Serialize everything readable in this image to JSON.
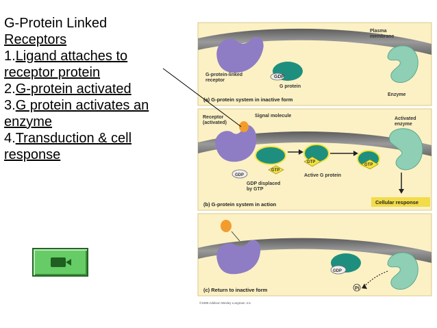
{
  "notes": {
    "title_line1": "G-Protein Linked",
    "title_line2": "Receptors ",
    "items": [
      {
        "num": "1.",
        "line1": "Ligand attaches to",
        "line2": "receptor protein"
      },
      {
        "num": "2.",
        "line1": "G-protein activated",
        "line2": ""
      },
      {
        "num": "3.",
        "line1": "G protein activates an",
        "line2": "enzyme"
      },
      {
        "num": "4.",
        "line1": "Transduction & cell",
        "line2": "response"
      }
    ]
  },
  "figure": {
    "panel_a": {
      "plasma_membrane": "Plasma\nmembrane",
      "receptor_label": "G-protein-linked\nreceptor",
      "gdp": "GDP",
      "g_protein": "G protein",
      "enzyme": "Enzyme",
      "caption": "(a) G-protein system in inactive form"
    },
    "panel_b": {
      "receptor_activated": "Receptor\n(activated)",
      "signal_molecule": "Signal molecule",
      "activated_enzyme": "Activated\nenzyme",
      "gtp": "GTP",
      "gdp": "GDP",
      "gdp_displaced": "GDP displaced\nby GTP",
      "active_g_protein": "Active G protein",
      "caption": "(b) G-protein system in action",
      "cellular_response": "Cellular response"
    },
    "panel_c": {
      "gdp": "GDP",
      "phosphate": "Pi",
      "caption": "(c) Return to inactive form"
    },
    "copyright": "©1999 Addison Wesley Longman, Inc."
  },
  "colors": {
    "membrane": "#707070",
    "receptor": "#8e7dc4",
    "g_protein": "#1e8f7f",
    "enzyme": "#8fcfb6",
    "panel_bg": "#fcf1c4",
    "signal": "#f39c2e",
    "gtp": "#f2e33a"
  },
  "icons": {
    "media_button": "camera-icon"
  }
}
